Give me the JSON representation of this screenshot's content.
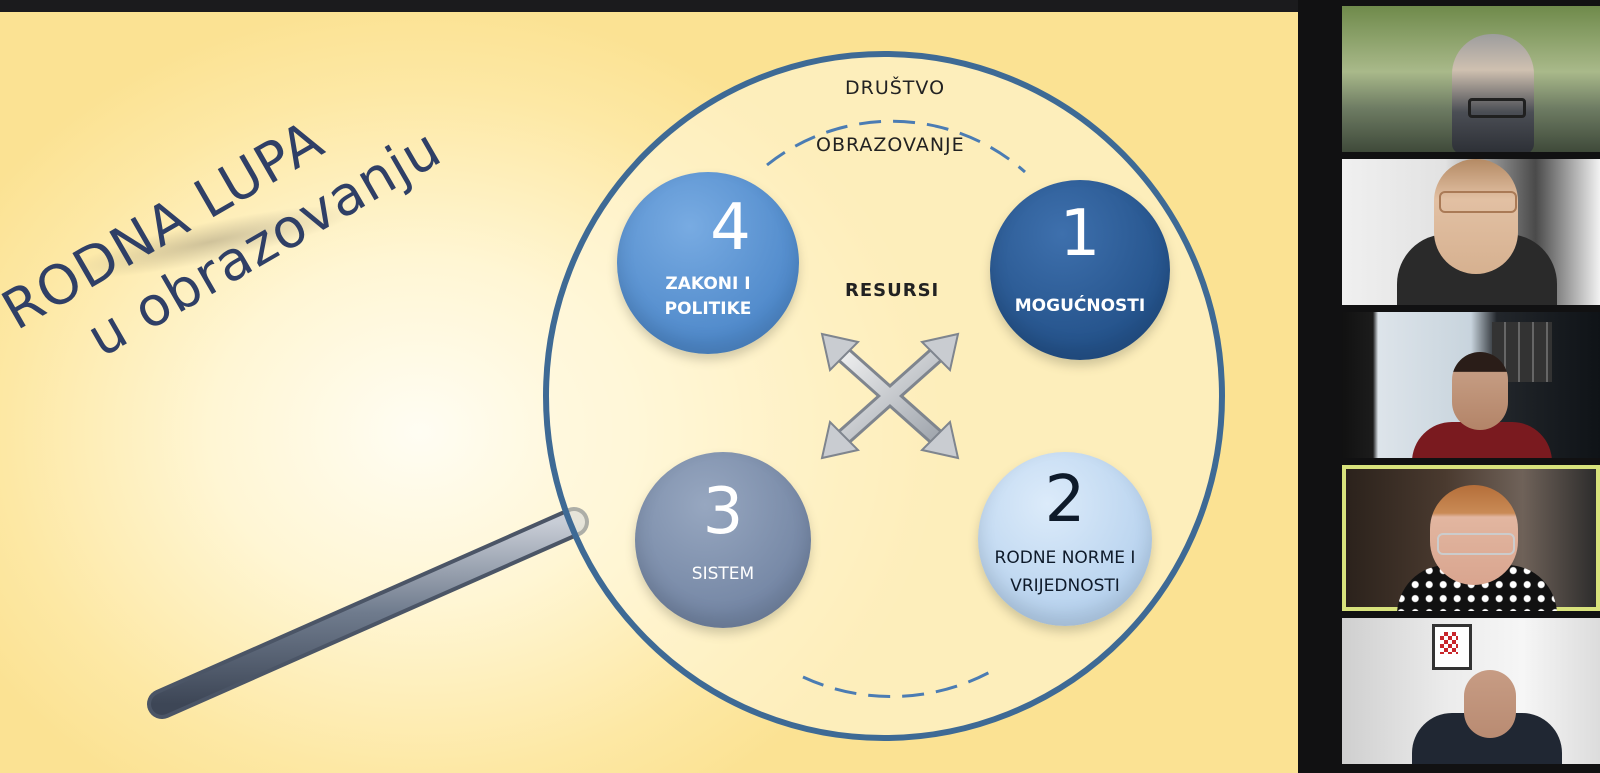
{
  "slide": {
    "title_line1": "RODNA LUPA",
    "title_line2": "u obrazovanju",
    "outer_label": "DRUŠTVO",
    "inner_label": "OBRAZOVANJE",
    "center_label": "RESURSI",
    "nodes": [
      {
        "number": "1",
        "label": "MOGUĆNOSTI",
        "color": "#2e5b93"
      },
      {
        "number": "2",
        "label_line1": "RODNE NORME I",
        "label_line2": "VRIJEDNOSTI",
        "color": "#c7ddf3"
      },
      {
        "number": "3",
        "label": "SISTEM",
        "color": "#8294b0"
      },
      {
        "number": "4",
        "label_line1": "ZAKONI I",
        "label_line2": "POLITIKE",
        "color": "#5b95d4"
      }
    ]
  },
  "participants": {
    "tiles": [
      {
        "scene": "outdoor river with trees",
        "active": false
      },
      {
        "scene": "woman with glasses and scarf",
        "active": false
      },
      {
        "scene": "man in office with screens",
        "active": false
      },
      {
        "scene": "smiling woman with glasses",
        "active": true
      },
      {
        "scene": "man at desk with framed picture",
        "active": false
      }
    ],
    "active_color": "#d8e27c"
  }
}
